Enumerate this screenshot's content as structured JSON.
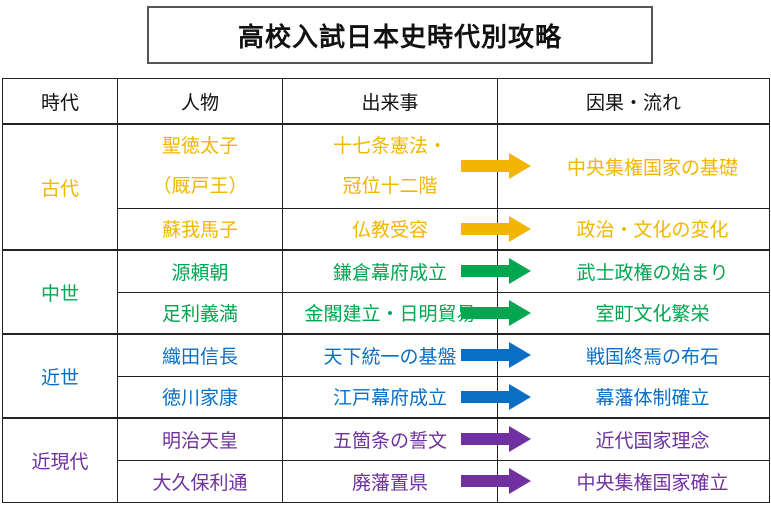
{
  "title": "高校入試日本史時代別攻略",
  "headers": [
    "時代",
    "人物",
    "出来事",
    "因果・流れ"
  ],
  "colors": {
    "ancient": "#f2b600",
    "medieval": "#00a650",
    "early_modern": "#0a6ec4",
    "modern": "#7030a0"
  },
  "eras": [
    {
      "name": "古代",
      "rows": [
        {
          "person_line1": "聖徳太子",
          "person_line2": "（厩戸王）",
          "event_line1": "十七条憲法・",
          "event_line2": "冠位十二階",
          "result": "中央集権国家の基礎"
        },
        {
          "person": "蘇我馬子",
          "event": "仏教受容",
          "result": "政治・文化の変化"
        }
      ]
    },
    {
      "name": "中世",
      "rows": [
        {
          "person": "源頼朝",
          "event": "鎌倉幕府成立",
          "result": "武士政権の始まり"
        },
        {
          "person": "足利義満",
          "event": "金閣建立・日明貿易",
          "result": "室町文化繁栄"
        }
      ]
    },
    {
      "name": "近世",
      "rows": [
        {
          "person": "織田信長",
          "event": "天下統一の基盤",
          "result": "戦国終焉の布石"
        },
        {
          "person": "徳川家康",
          "event": "江戸幕府成立",
          "result": "幕藩体制確立"
        }
      ]
    },
    {
      "name": "近現代",
      "rows": [
        {
          "person": "明治天皇",
          "event": "五箇条の誓文",
          "result": "近代国家理念"
        },
        {
          "person": "大久保利通",
          "event": "廃藩置県",
          "result": "中央集権国家確立"
        }
      ]
    }
  ]
}
